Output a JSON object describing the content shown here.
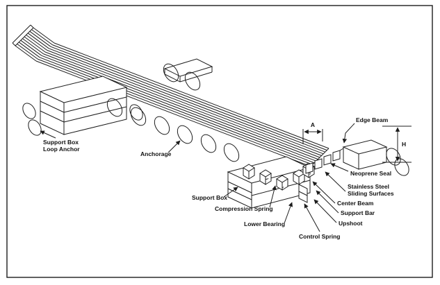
{
  "labels": {
    "support_box_left_1": "Support Box",
    "support_box_left_2": "Loop Anchor",
    "anchorage": "Anchorage",
    "support_box_lower": "Support Box",
    "compression_spring": "Compression Spring",
    "lower_bearing": "Lower Bearing",
    "control_spring": "Control Spring",
    "upshoot": "Upshoot",
    "support_bar": "Support Bar",
    "center_beam": "Center Beam",
    "stainless_steel": "Stainless Steel",
    "sliding_surfaces": "Sliding Surfaces",
    "neoprene_seal": "Neoprene Seal",
    "edge_beam": "Edge Beam",
    "dim_a": "A",
    "dim_h": "H"
  },
  "colors": {
    "ink": "#1c1c1c",
    "paper": "#ffffff"
  }
}
